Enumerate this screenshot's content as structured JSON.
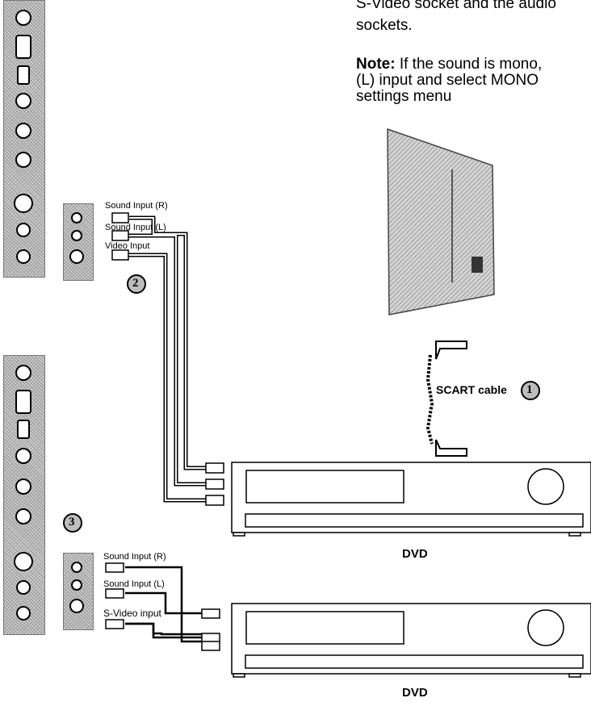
{
  "intro": {
    "line1": "S-Video socket and the audio",
    "line2": "sockets."
  },
  "note": {
    "label": "Note:",
    "line1_rest": "If the sound is mono,",
    "line2": "(L) input and select MONO",
    "line3": "settings menu"
  },
  "top_connection": {
    "labels": [
      "Sound Input (R)",
      "Sound Input (L)",
      "Video Input"
    ],
    "step": "2"
  },
  "scart": {
    "label": "SCART cable",
    "step": "1"
  },
  "bottom_connection": {
    "labels": [
      "Sound Input (R)",
      "Sound Input (L)",
      "S-Video  input"
    ],
    "step": "3"
  },
  "devices": {
    "dvd_top": "DVD",
    "dvd_bottom": "DVD"
  }
}
